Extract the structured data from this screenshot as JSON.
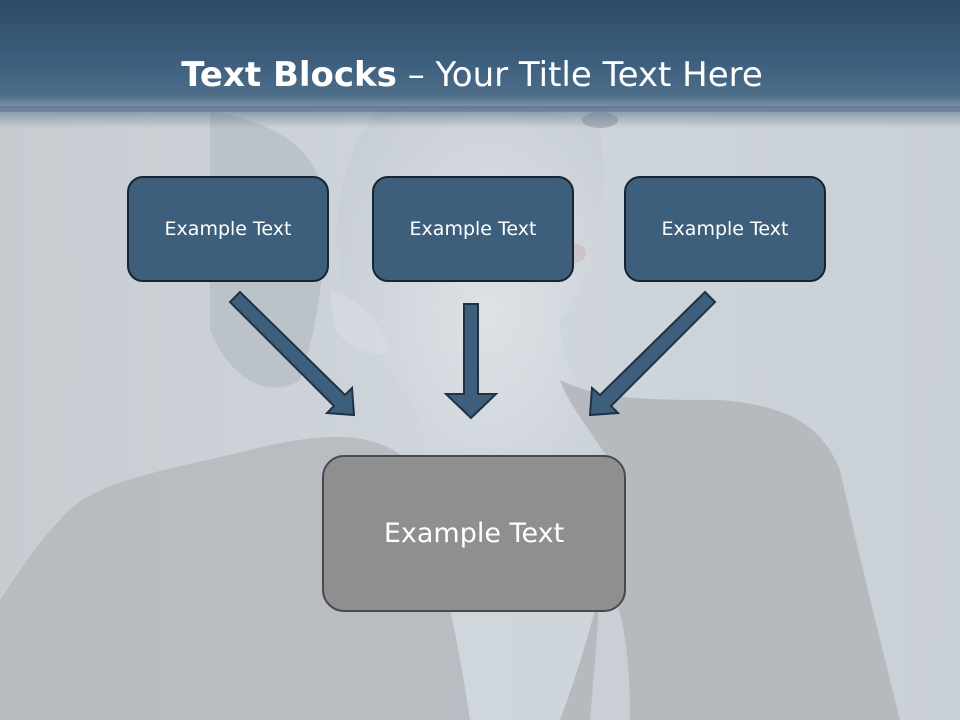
{
  "slide": {
    "title_bold": "Text Blocks",
    "title_dash": " – ",
    "title_rest": "Your Title Text Here"
  },
  "blocks": [
    {
      "label": "Example Text"
    },
    {
      "label": "Example Text"
    },
    {
      "label": "Example Text"
    }
  ],
  "target": {
    "label": "Example Text"
  },
  "colors": {
    "header": "#3d5f7d",
    "block_fill": "#3e5f7c",
    "block_border": "#152534",
    "target_fill": "#8f8f8f",
    "arrow_fill": "#3e5f7c"
  }
}
